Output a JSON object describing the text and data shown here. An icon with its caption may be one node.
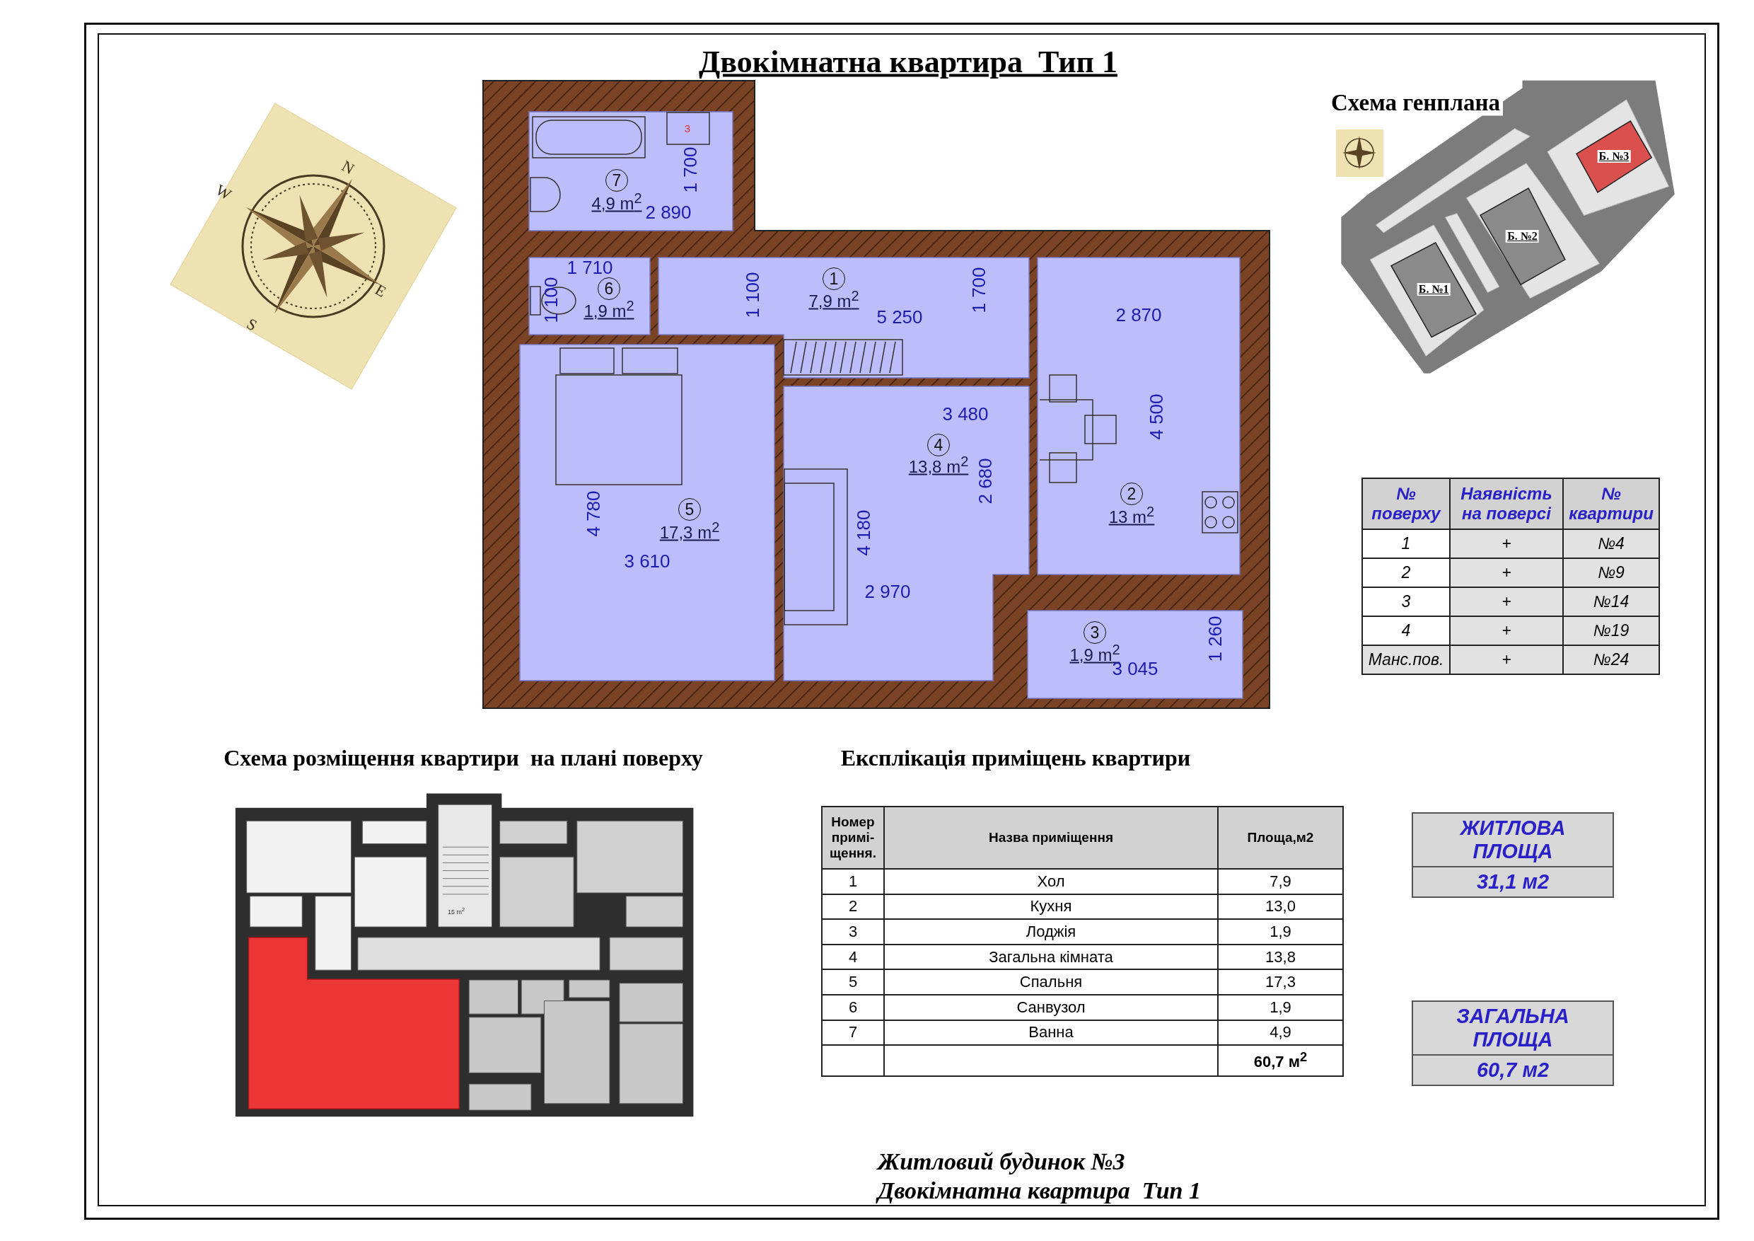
{
  "diagram": {
    "title": "Двокімнатна квартира  Тип 1",
    "nodes": [
      {
        "text": [
          "7",
          "4,9 m$^{2}$",
          "2 890",
          "1 700"
        ]
      },
      {
        "text": [
          "1 710",
          "6",
          "1,9 m$^{2}$",
          "1 100"
        ]
      },
      {
        "text": [
          "1",
          "7,9 m$^{2}$",
          "5 250",
          "1 100",
          "1 700"
        ]
      },
      {
        "text": [
          "2 870",
          "4 500",
          "2",
          "13 m$^{2}$"
        ]
      },
      {
        "text": [
          "4 780",
          "5",
          "17,3 m$^{2}$",
          "3 610"
        ]
      },
      {
        "text": [
          "3 480",
          "4",
          "13,8 m$^{2}$",
          "2 680",
          "4 180",
          "2 970"
        ]
      },
      {
        "text": [
          "3",
          "1,9 m$^{2}$",
          "3 045",
          "1 260"
        ]
      },
      {
        "text": [
          "Б. №3"
        ]
      },
      {
        "text": [
          "Б. №2"
        ]
      },
      {
        "text": [
          "Б. №1"
        ]
      },
      {
        "text": [
          "ЖИТЛОВА ПЛОЩА",
          "31,1 м2"
        ]
      },
      {
        "text": [
          "ЗАГАЛЬНА ПЛОЩА",
          "60,7 м2"
        ]
      }
    ],
    "labels": [
      "Схема генплана",
      "N",
      "E",
      "S",
      "W",
      "№ поверху",
      "Наявність на поверсі",
      "№ квартири",
      "1",
      "+",
      "№4",
      "2",
      "+",
      "№9",
      "3",
      "+",
      "№14",
      "4",
      "+",
      "№19",
      "Манс.пов.",
      "+",
      "№24",
      "Схема розміщення квартири  на плані поверху",
      "Експлікація приміщень квартири",
      "15 m$^{2}$",
      "Номер примі-щення.",
      "Назва приміщення",
      "Площа,м2",
      "1",
      "Хол",
      "7,9",
      "2",
      "Кухня",
      "13,0",
      "3",
      "Лоджія",
      "1,9",
      "4",
      "Загальна кімната",
      "13,8",
      "5",
      "Спальня",
      "17,3",
      "6",
      "Санвузол",
      "1,9",
      "7",
      "Ванна",
      "4,9",
      "60,7 м$^{2}$",
      "3",
      "Житловий будинок №3",
      "Двокімнатна квартира  Тип 1"
    ]
  }
}
